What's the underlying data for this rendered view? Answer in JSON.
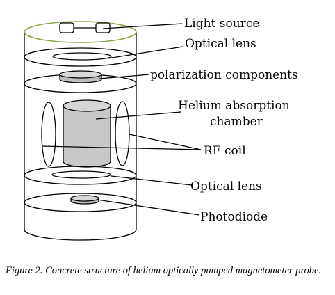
{
  "diagram": {
    "labels": {
      "light_source": "Light source",
      "optical_lens_top": "Optical lens",
      "polarization": "polarization components",
      "helium_line1": "Helium absorption",
      "helium_line2": "chamber",
      "rf_coil": "RF coil",
      "optical_lens_bottom": "Optical lens",
      "photodiode": "Photodiode"
    }
  },
  "caption": {
    "prefix": "Figure 2.",
    "text": "Concrete structure of helium optically pumped magnetometer probe."
  },
  "colors": {
    "outline": "#000000",
    "top_rim": "#8aa84a",
    "chamber_fill": "#c8c8c8",
    "component_fill": "#bdbdbd"
  }
}
